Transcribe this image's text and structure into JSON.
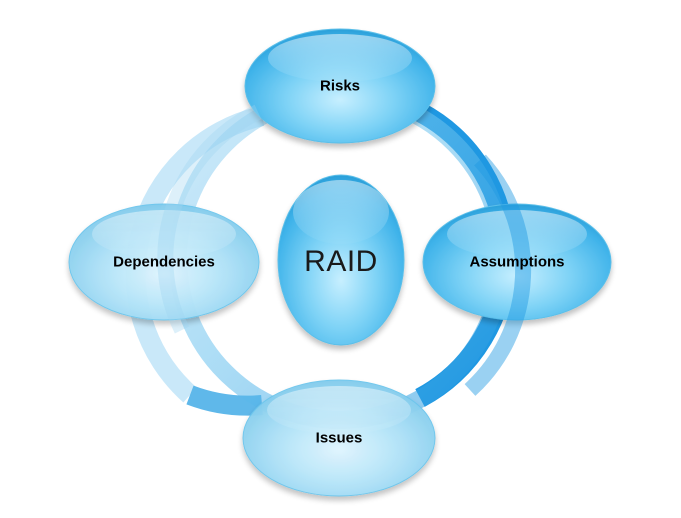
{
  "diagram": {
    "center": {
      "label": "RAID"
    },
    "nodes": {
      "top": {
        "label": "Risks"
      },
      "right": {
        "label": "Assumptions"
      },
      "bottom": {
        "label": "Issues"
      },
      "left": {
        "label": "Dependencies"
      }
    }
  }
}
